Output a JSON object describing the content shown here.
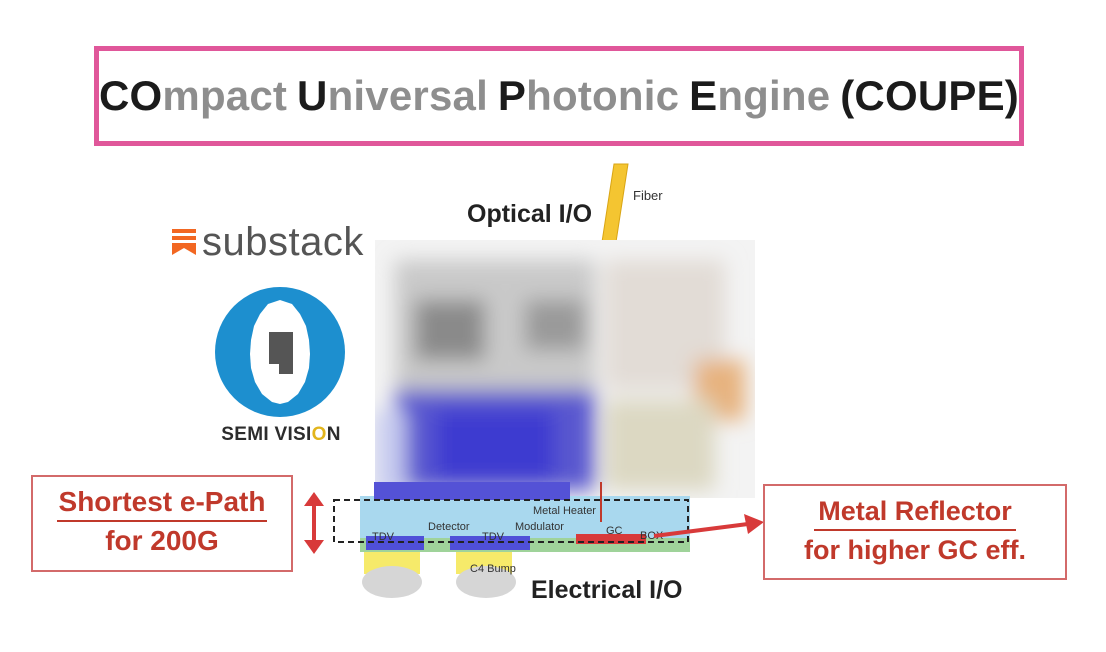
{
  "title": {
    "parts": [
      {
        "text": "CO",
        "weight": "dark"
      },
      {
        "text": "mpact",
        "weight": "light"
      },
      {
        "text": "U",
        "weight": "dark"
      },
      {
        "text": "niversal",
        "weight": "light"
      },
      {
        "text": "P",
        "weight": "dark"
      },
      {
        "text": "hotonic",
        "weight": "light"
      },
      {
        "text": "E",
        "weight": "dark"
      },
      {
        "text": "ngine",
        "weight": "light"
      },
      {
        "text": "(COUPE)",
        "weight": "dark"
      }
    ]
  },
  "logos": {
    "substack": "substack",
    "semivision_prefix": "SEMI VISI",
    "semivision_o": "O",
    "semivision_suffix": "N"
  },
  "labels": {
    "optical_io": "Optical I/O",
    "electrical_io": "Electrical I/O",
    "fiber": "Fiber",
    "metal_heater": "Metal Heater",
    "detector": "Detector",
    "tdv_left": "TDV",
    "tdv_right": "TDV",
    "modulator": "Modulator",
    "gc": "GC",
    "box": "BOX",
    "c4_bump": "C4 Bump"
  },
  "callouts": {
    "left_line1": "Shortest e-Path",
    "left_line2": "for 200G",
    "right_line1": "Metal Reflector",
    "right_line2": "for higher GC eff."
  },
  "colors": {
    "title_border": "#e0579a",
    "callout_red": "#c0392b",
    "substack_orange": "#f26722",
    "semivision_blue": "#1d8fcf",
    "semivision_gold": "#e2b51c",
    "fiber_yellow": "#f4c531"
  }
}
